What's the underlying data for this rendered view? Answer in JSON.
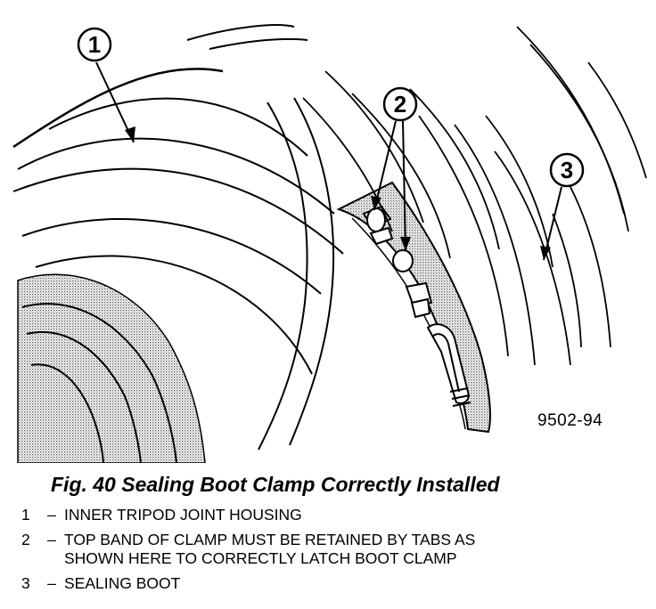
{
  "callouts": [
    {
      "number": "1"
    },
    {
      "number": "2"
    },
    {
      "number": "3"
    }
  ],
  "figure_code": "9502-94",
  "caption": "Fig. 40 Sealing Boot Clamp Correctly Installed",
  "legend": [
    {
      "number": "1",
      "dash": "–",
      "lines": [
        "INNER TRIPOD JOINT HOUSING"
      ]
    },
    {
      "number": "2",
      "dash": "–",
      "lines": [
        "TOP BAND OF CLAMP MUST BE RETAINED BY TABS AS",
        "SHOWN HERE TO CORRECTLY LATCH BOOT CLAMP"
      ]
    },
    {
      "number": "3",
      "dash": "–",
      "lines": [
        "SEALING BOOT"
      ]
    }
  ]
}
